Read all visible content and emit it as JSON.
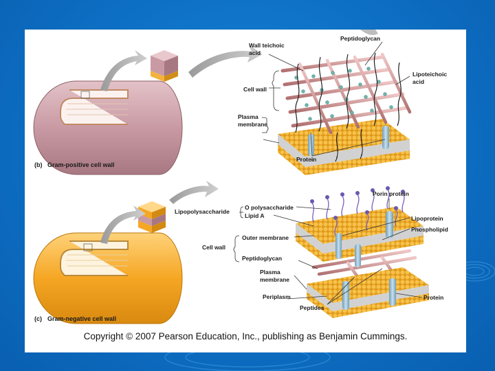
{
  "gram_positive": {
    "caption_letter": "(b)",
    "caption_text": "Gram-positive cell wall",
    "labels": {
      "peptidoglycan": "Peptidoglycan",
      "wall_teichoic_1": "Wall teichoic",
      "wall_teichoic_2": "acid",
      "lipoteichoic_1": "Lipoteichoic",
      "lipoteichoic_2": "acid",
      "cell_wall": "Cell wall",
      "plasma_1": "Plasma",
      "plasma_2": "membrane",
      "protein": "Protein"
    }
  },
  "gram_negative": {
    "caption_letter": "(c)",
    "caption_text": "Gram-negative cell wall",
    "labels": {
      "lipopolysaccharide": "Lipopolysaccharide",
      "o_polysaccharide": "O polysaccharide",
      "lipid_a": "Lipid A",
      "porin_protein": "Porin protein",
      "lipoprotein": "Lipoprotein",
      "phospholipid": "Phospholipid",
      "cell_wall": "Cell wall",
      "outer_membrane": "Outer membrane",
      "peptidoglycan": "Peptidoglycan",
      "plasma_1": "Plasma",
      "plasma_2": "membrane",
      "periplasm": "Periplasm",
      "peptides": "Peptides",
      "protein": "Protein"
    }
  },
  "copyright": "Copyright © 2007 Pearson Education, Inc., publishing as Benjamin Cummings.",
  "colors": {
    "slide_blue": "#0d6fc4",
    "gram_positive_cell": "#c99aa4",
    "gram_negative_cell": "#f5a623",
    "membrane_heads": "#f2b23a",
    "protein": "#8fb8d0",
    "peptidoglycan_rods": "#d8a0a0"
  }
}
